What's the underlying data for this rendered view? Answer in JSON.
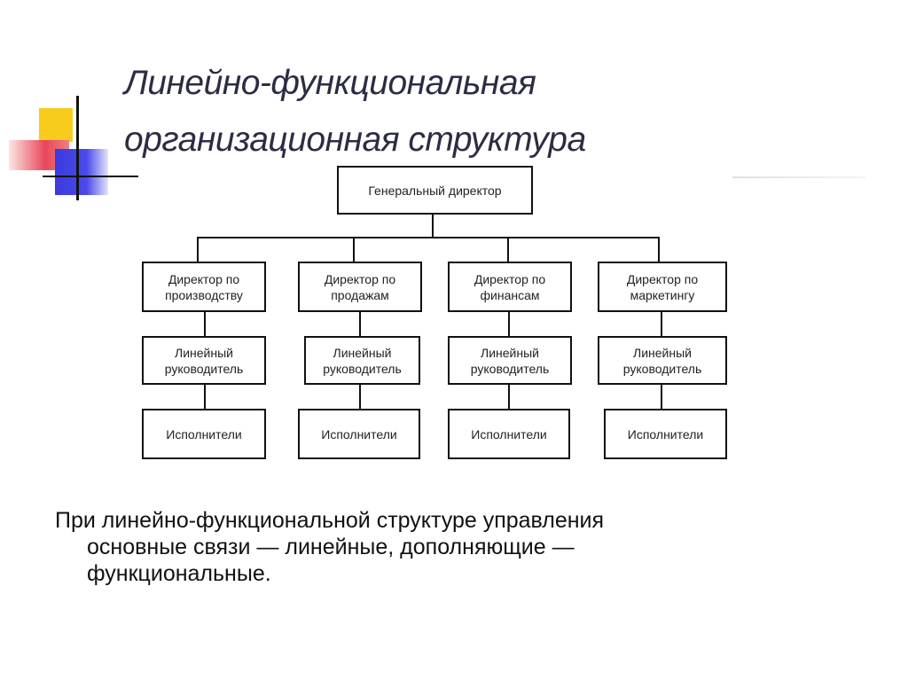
{
  "title": {
    "line1": "Линейно-функциональная",
    "line2": "организационная структура"
  },
  "org_chart": {
    "root": "Генеральный директор",
    "columns": [
      {
        "director": [
          "Директор по",
          "производству"
        ],
        "manager": [
          "Линейный",
          "руководитель"
        ],
        "staff": "Исполнители"
      },
      {
        "director": [
          "Директор по",
          "продажам"
        ],
        "manager": [
          "Линейный",
          "руководитель"
        ],
        "staff": "Исполнители"
      },
      {
        "director": [
          "Директор по",
          "финансам"
        ],
        "manager": [
          "Линейный",
          "руководитель"
        ],
        "staff": "Исполнители"
      },
      {
        "director": [
          "Директор по",
          "маркетингу"
        ],
        "manager": [
          "Линейный",
          "руководитель"
        ],
        "staff": "Исполнители"
      }
    ]
  },
  "caption": {
    "line1": "При линейно-функциональной структуре управления",
    "line2": "основные связи — линейные, дополняющие —",
    "line3": "функциональные."
  },
  "colors": {
    "accent_yellow": "#f7cc1c",
    "accent_red": "#e8475a",
    "accent_blue": "#3a3adf",
    "title_text": "#2c2c44"
  }
}
